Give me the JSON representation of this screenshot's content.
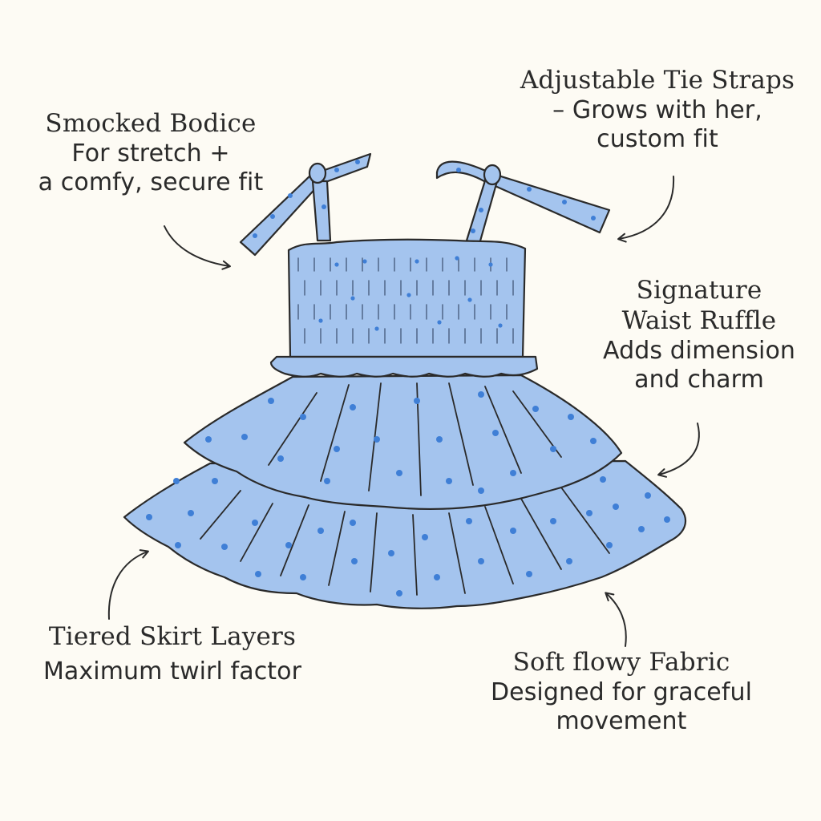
{
  "colors": {
    "background": "#fdfbf4",
    "fabric": "#a4c4ee",
    "fabric_shade": "#8fb2e2",
    "dots": "#3f7fd6",
    "ink": "#2a2a2a"
  },
  "callouts": {
    "smocked_bodice": {
      "title": "Smocked Bodice",
      "desc": "For stretch +\na comfy, secure fit"
    },
    "tie_straps": {
      "title": "Adjustable Tie Straps",
      "desc": "– Grows with her,\ncustom fit"
    },
    "waist_ruffle": {
      "title": "Signature\nWaist Ruffle",
      "desc": "Adds dimension\nand charm"
    },
    "skirt_layers": {
      "title": "Tiered Skirt Layers",
      "desc": "Maximum twirl factor"
    },
    "fabric": {
      "title": "Soft flowy Fabric",
      "desc": "Designed for graceful\nmovement"
    }
  }
}
